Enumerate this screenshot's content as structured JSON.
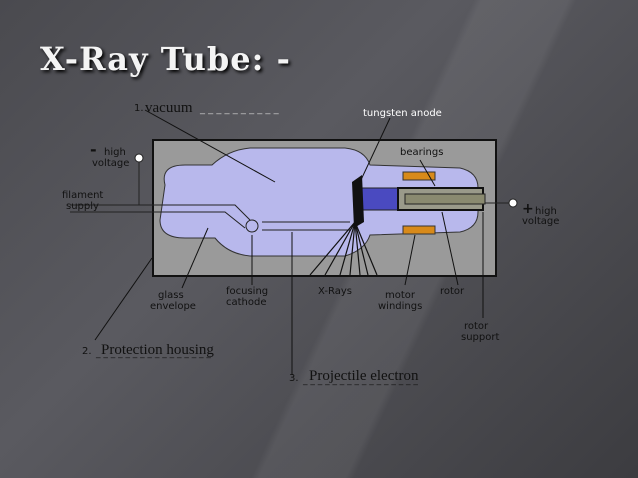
{
  "title": "X-Ray Tube: -",
  "diagram_labels": {
    "high_voltage_neg_sign": "-",
    "high_voltage_neg": "high",
    "high_voltage_neg2": "voltage",
    "filament": "filament",
    "filament2": "supply",
    "tungsten_anode": "tungsten anode",
    "bearings": "bearings",
    "high_voltage_pos_sign": "+",
    "high_voltage_pos": "high",
    "high_voltage_pos2": "voltage",
    "glass": "glass",
    "glass2": "envelope",
    "focusing": "focusing",
    "focusing2": "cathode",
    "xrays": "X-Rays",
    "motor": "motor",
    "motor2": "windings",
    "rotor": "rotor",
    "rotor_support": "rotor",
    "rotor_support2": "support"
  },
  "annotations": [
    {
      "number": "1.",
      "text": "vacuum",
      "dashes": "_ _ _ _ _ _ _ _ _ _"
    },
    {
      "number": "2.",
      "text": "Protection housing",
      "dashes": "_ _ _ _ _ _ _ _ _ _ _ _ _ _ _ _"
    },
    {
      "number": "3.",
      "text": "Projectile electron",
      "dashes": "_ _ _ _ _ _ _ _ _ _ _ _ _ _ _ _"
    }
  ]
}
